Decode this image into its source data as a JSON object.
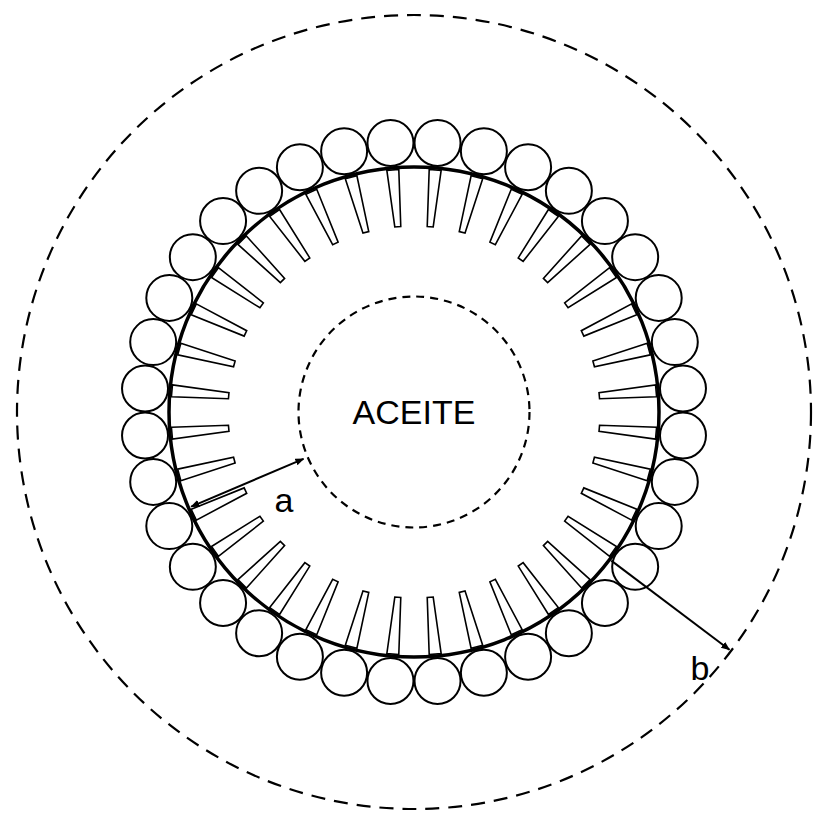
{
  "diagram": {
    "nodes": [
      {
        "text": [
          "ACEITE"
        ]
      }
    ],
    "labels": [
      "a",
      "b"
    ]
  }
}
